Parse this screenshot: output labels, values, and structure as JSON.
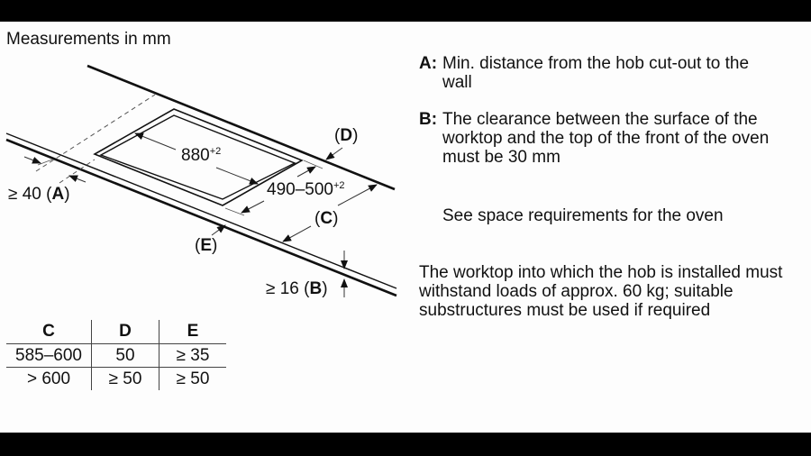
{
  "title": "Measurements in mm",
  "diagram": {
    "cutout_length": {
      "value": "880",
      "tolerance": "+2"
    },
    "cutout_width": {
      "value": "490–500",
      "tolerance": "+2"
    },
    "labels": {
      "A": {
        "prefix": "≥ 40 (",
        "key": "A",
        "suffix": ")"
      },
      "B": {
        "prefix": "≥ 16 (",
        "key": "B",
        "suffix": ")"
      },
      "C": {
        "prefix": "(",
        "key": "C",
        "suffix": ")"
      },
      "D": {
        "prefix": "(",
        "key": "D",
        "suffix": ")"
      },
      "E": {
        "prefix": "(",
        "key": "E",
        "suffix": ")"
      }
    }
  },
  "table": {
    "headers": [
      "C",
      "D",
      "E"
    ],
    "rows": [
      [
        "585–600",
        "50",
        "≥ 35"
      ],
      [
        "> 600",
        "≥ 50",
        "≥ 50"
      ]
    ]
  },
  "notes": {
    "A": {
      "key": "A:",
      "text": "Min. distance from the hob cut-out to the wall"
    },
    "B": {
      "key": "B:",
      "text": "The clearance between the surface of the worktop and the top of the front of the oven must be 30 mm"
    },
    "C": {
      "text": "See space requirements for the oven"
    },
    "load": {
      "text": "The worktop into which the hob is installed must withstand loads of approx. 60 kg; suitable substructures must be used if required"
    }
  }
}
